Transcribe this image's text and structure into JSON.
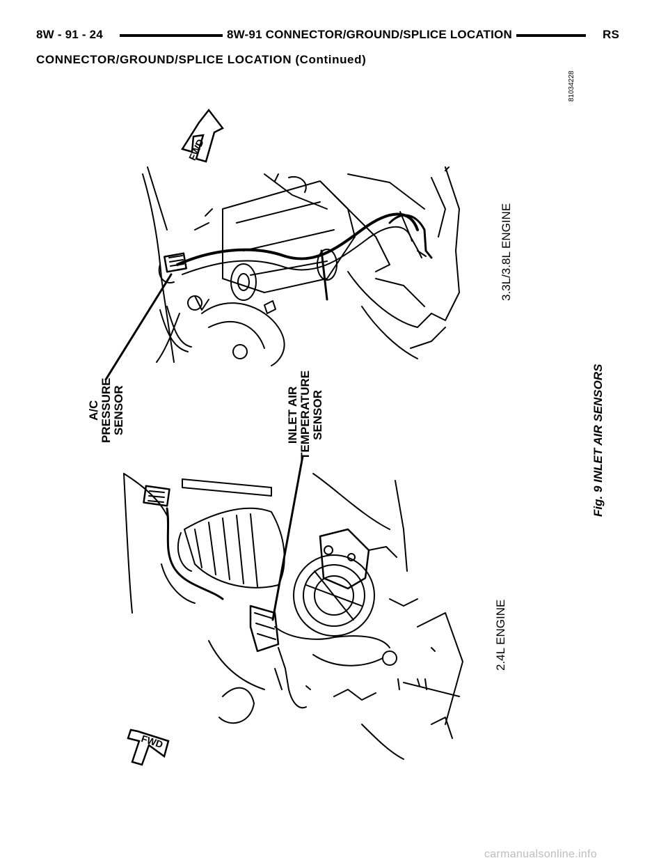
{
  "header": {
    "page_code": "8W - 91 - 24",
    "section_title": "8W-91 CONNECTOR/GROUND/SPLICE LOCATION",
    "model": "RS"
  },
  "subtitle": "CONNECTOR/GROUND/SPLICE LOCATION (Continued)",
  "figure": {
    "art_number": "81034228",
    "caption": "Fig. 9 INLET AIR SENSORS",
    "engine_top": "3.3L/3.8L ENGINE",
    "engine_bottom": "2.4L ENGINE",
    "callout_ac": [
      "A/C",
      "PRESSURE",
      "SENSOR"
    ],
    "callout_inlet": [
      "INLET AIR",
      "TEMPERATURE",
      "SENSOR"
    ],
    "fwd_label": "FWD"
  },
  "watermark": "carmanualsonline.info"
}
